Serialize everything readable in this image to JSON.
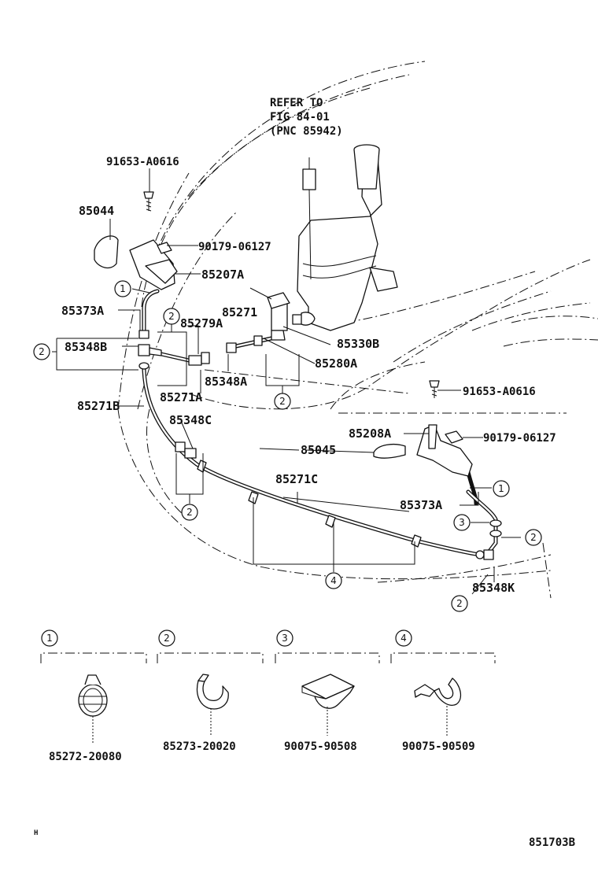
{
  "refer_note": {
    "line1": "REFER TO",
    "line2": "FIG 84-01",
    "line3": "(PNC 85942)"
  },
  "callouts": {
    "p91653_a0616_top": "91653-A0616",
    "p85044": "85044",
    "p90179_06127_top": "90179-06127",
    "p85207a": "85207A",
    "p85373a_left": "85373A",
    "p85271": "85271",
    "p85279a": "85279A",
    "p85348b": "85348B",
    "p85330b": "85330B",
    "p85280a": "85280A",
    "p85348a": "85348A",
    "p85271a": "85271A",
    "p85271b": "85271B",
    "p85348c": "85348C",
    "p91653_a0616_right": "91653-A0616",
    "p85208a": "85208A",
    "p90179_06127_right": "90179-06127",
    "p85045": "85045",
    "p85271c": "85271C",
    "p85373a_right": "85373A",
    "p85348k": "85348K"
  },
  "ref_circles": {
    "c1": "1",
    "c2": "2",
    "c3": "3",
    "c4": "4"
  },
  "legend": [
    {
      "num": "1",
      "part_no": "85272-20080"
    },
    {
      "num": "2",
      "part_no": "85273-20020"
    },
    {
      "num": "3",
      "part_no": "90075-90508"
    },
    {
      "num": "4",
      "part_no": "90075-90509"
    }
  ],
  "footer": {
    "left_mark": "H",
    "figure_no": "851703B"
  }
}
